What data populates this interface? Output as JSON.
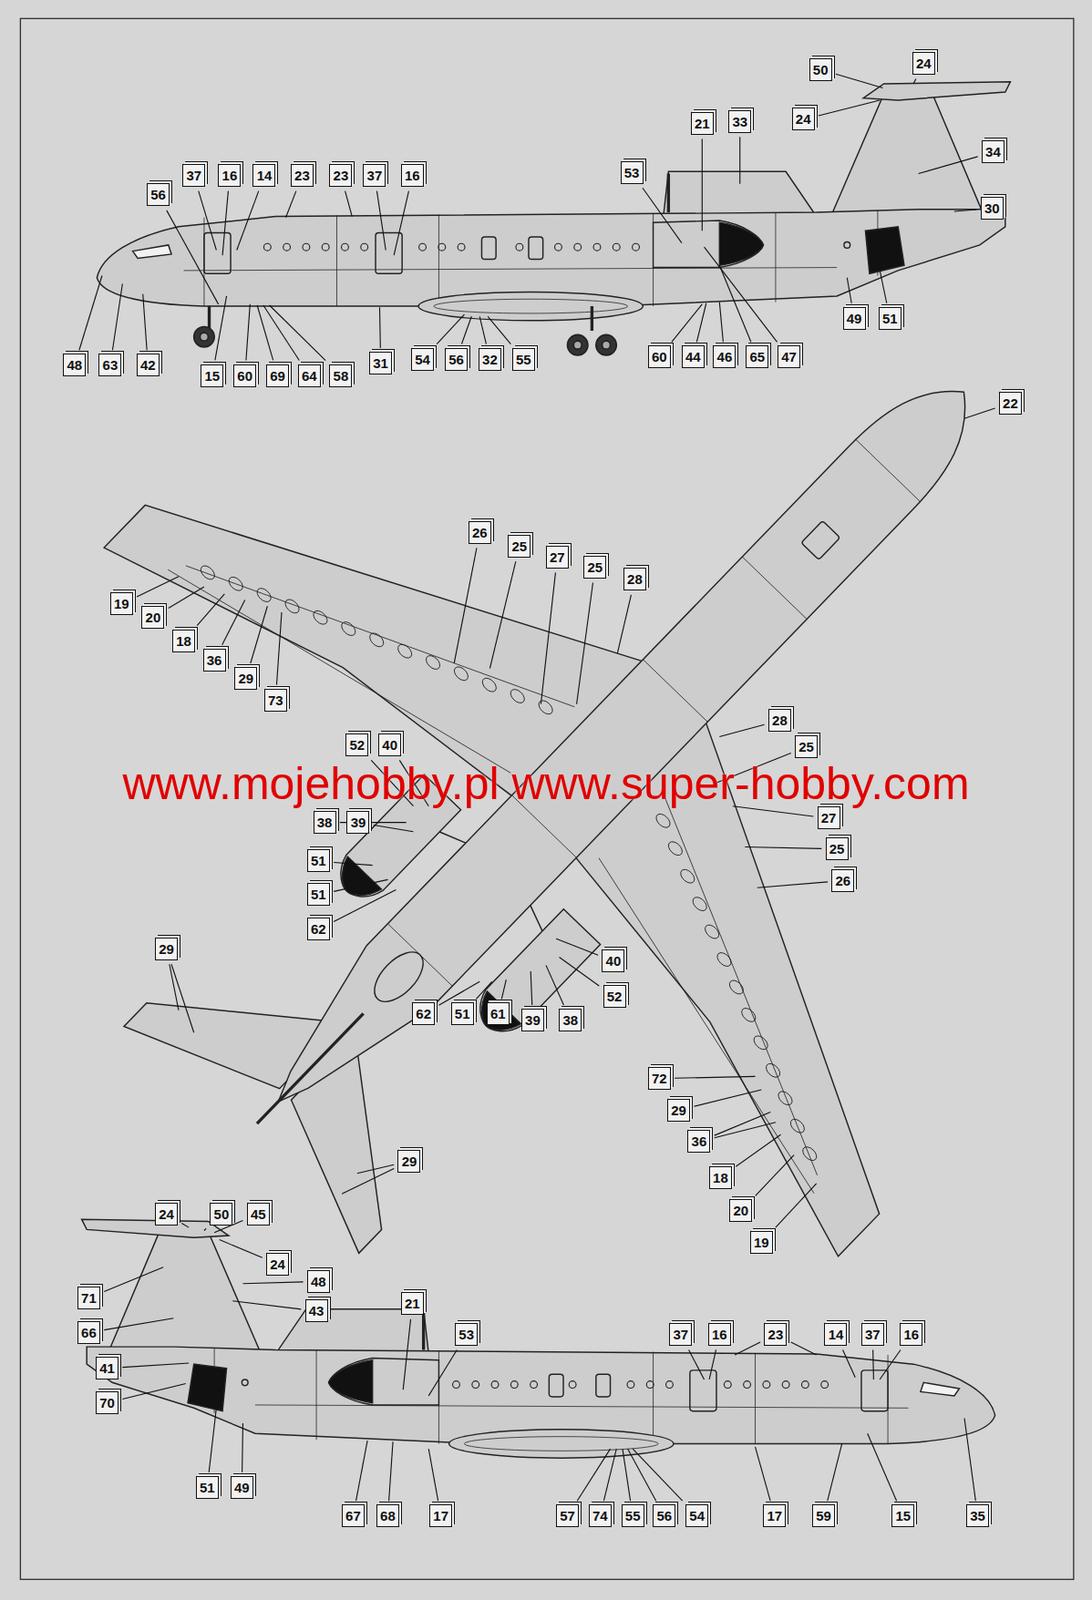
{
  "diagram": {
    "labels": [
      "50",
      "24",
      "24",
      "21",
      "33",
      "34",
      "53",
      "37",
      "16",
      "14",
      "23",
      "23",
      "37",
      "16",
      "30",
      "56",
      "49",
      "51",
      "48",
      "63",
      "42",
      "15",
      "60",
      "69",
      "64",
      "58",
      "31",
      "54",
      "56",
      "32",
      "55",
      "60",
      "44",
      "46",
      "65",
      "47",
      "22",
      "26",
      "25",
      "27",
      "25",
      "28",
      "19",
      "20",
      "18",
      "36",
      "29",
      "73",
      "52",
      "40",
      "28",
      "25",
      "27",
      "25",
      "26",
      "39",
      "38",
      "51",
      "51",
      "62",
      "29",
      "40",
      "52",
      "62",
      "51",
      "61",
      "39",
      "38",
      "72",
      "29",
      "36",
      "18",
      "20",
      "19",
      "29",
      "24",
      "50",
      "45",
      "24",
      "48",
      "43",
      "71",
      "66",
      "41",
      "70",
      "21",
      "53",
      "37",
      "16",
      "23",
      "14",
      "37",
      "16",
      "51",
      "49",
      "67",
      "68",
      "17",
      "57",
      "74",
      "55",
      "56",
      "54",
      "17",
      "59",
      "15",
      "35",
      "www.mojehobby.pl www.super-hobby.com"
    ]
  }
}
